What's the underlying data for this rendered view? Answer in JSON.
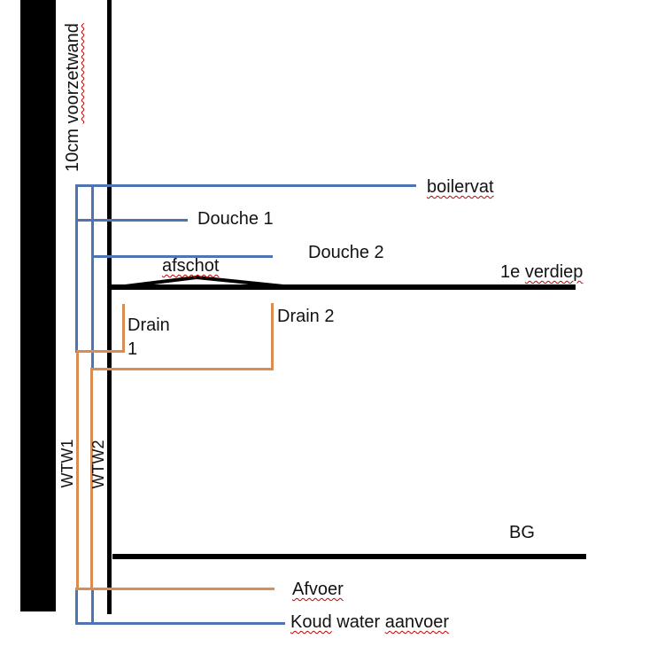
{
  "colors": {
    "pipe_water": "#4e74b4",
    "pipe_drain": "#d98d52",
    "structure": "#000000",
    "spellcheck": "#c00000"
  },
  "labels": {
    "voorzetwand": {
      "prefix": "10cm ",
      "flagged": "voorzetwand"
    },
    "boilervat": "boilervat",
    "douche1": "Douche 1",
    "douche2": "Douche 2",
    "afschot": "afschot",
    "verdiep": {
      "prefix": "1e ",
      "flagged": "verdiep"
    },
    "drain1_top": "Drain",
    "drain1_bottom": "1",
    "drain2": "Drain 2",
    "wtw1": "WTW1",
    "wtw2": "WTW2",
    "bg": "BG",
    "afvoer": "Afvoer",
    "koud_water": {
      "w1": "Koud",
      "w2": " water ",
      "w3": "aanvoer"
    }
  },
  "pipes": {
    "cold_water_color": "#4e74b4",
    "drain_color": "#d98d52",
    "wall_color": "#000000"
  }
}
